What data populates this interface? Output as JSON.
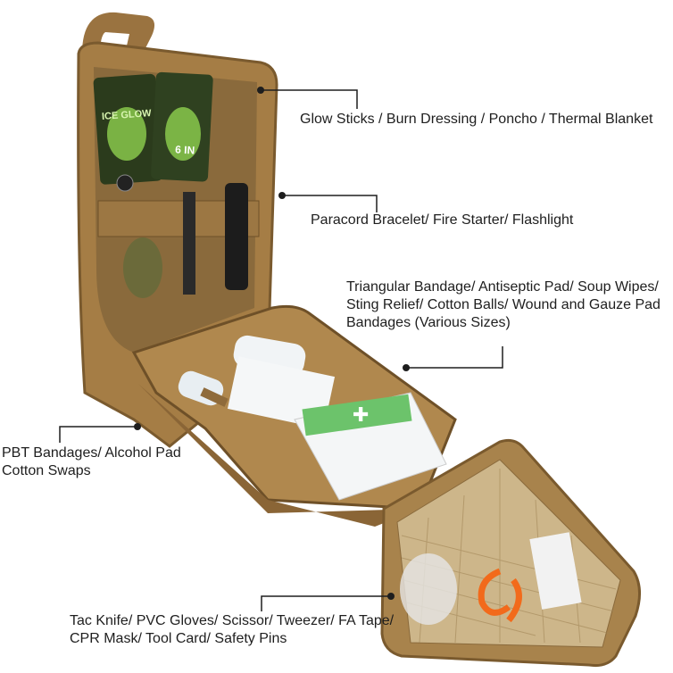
{
  "callouts": [
    {
      "lines": [
        "Glow Sticks / Burn Dressing / Poncho / Thermal Blanket"
      ]
    },
    {
      "lines": [
        "Paracord Bracelet/ Fire Starter/ Flashlight"
      ]
    },
    {
      "lines": [
        "Triangular Bandage/ Antiseptic Pad/ Soup Wipes/",
        "Sting Relief/ Cotton Balls/ Wound and Gauze Pad",
        "Bandages (Various Sizes)"
      ]
    },
    {
      "lines": [
        "PBT Bandages/ Alcohol Pad",
        "Cotton Swaps"
      ]
    },
    {
      "lines": [
        "Tac Knife/ PVC Gloves/ Scissor/ Tweezer/ FA Tape/",
        "CPR Mask/ Tool Card/ Safety Pins"
      ]
    }
  ],
  "product_print": {
    "glow_stick_pack": "ICE GLOW",
    "glow_size": "6 IN"
  },
  "colors": {
    "bag": "#a57d45",
    "bag_dark": "#6e5028",
    "lining": "#c9b48e",
    "glow_pack": "#8fd14f",
    "text": "#1e1e1e"
  }
}
